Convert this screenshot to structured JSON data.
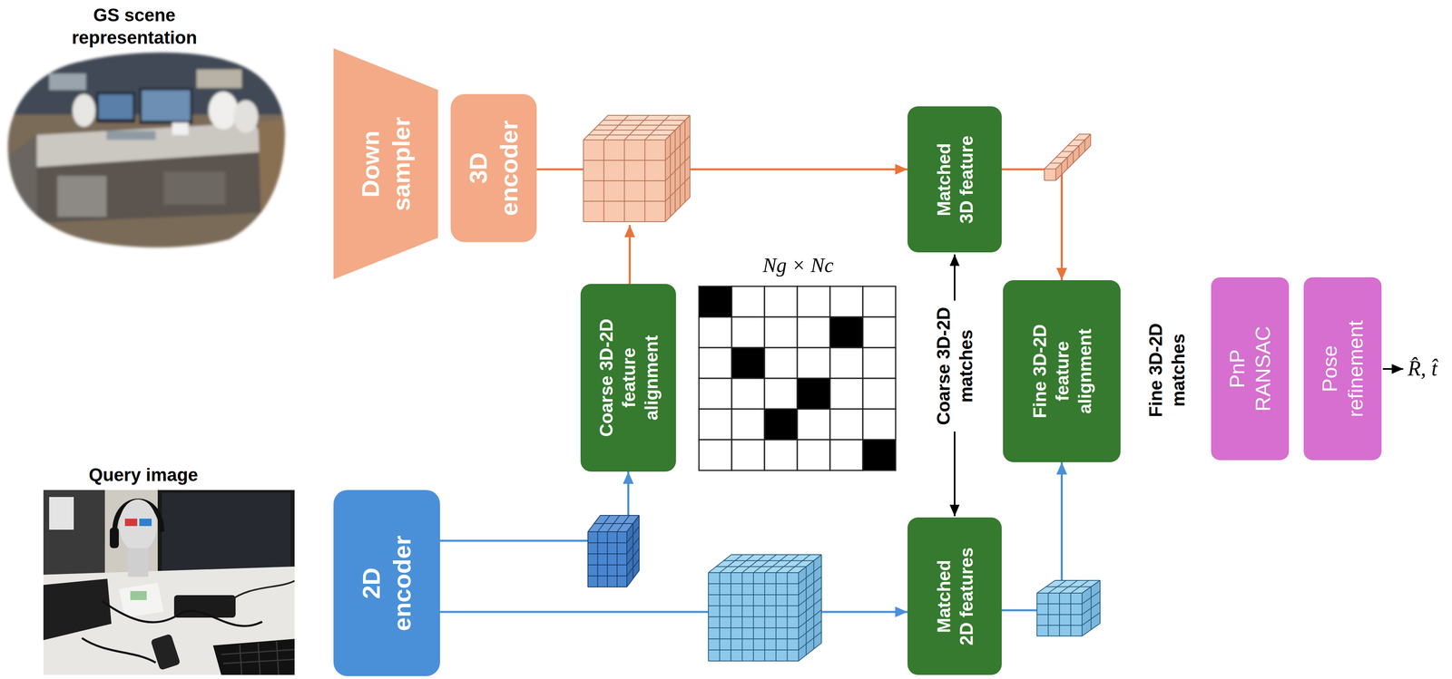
{
  "diagram": {
    "nodes": [
      {
        "text": [
          "Down sampler"
        ]
      },
      {
        "text": [
          "3D encoder"
        ]
      },
      {
        "text": [
          "Matched 3D feature"
        ]
      },
      {
        "text": [
          "Coarse 3D-2D feature alignment"
        ]
      },
      {
        "text": [
          "Fine 3D-2D feature alignment"
        ]
      },
      {
        "text": [
          "PnP RANSAC"
        ]
      },
      {
        "text": [
          "Pose refinement"
        ]
      },
      {
        "text": [
          "2D encoder"
        ]
      },
      {
        "text": [
          "Matched 2D features"
        ]
      }
    ],
    "edges": [
      {
        "from": 1,
        "to": 2,
        "arrow": "to"
      },
      {
        "from": 2,
        "to": 4,
        "arrow": "to"
      },
      {
        "from": 7,
        "to": 3,
        "arrow": "to"
      },
      {
        "from": 7,
        "to": 8,
        "arrow": "to"
      },
      {
        "from": 8,
        "to": 4,
        "arrow": "to"
      }
    ],
    "labels": [
      "GS scene representation",
      "Ng × Nc",
      "Coarse 3D-2D matches",
      "Fine 3D-2D matches",
      "R̂, t̂",
      "Query image"
    ]
  }
}
